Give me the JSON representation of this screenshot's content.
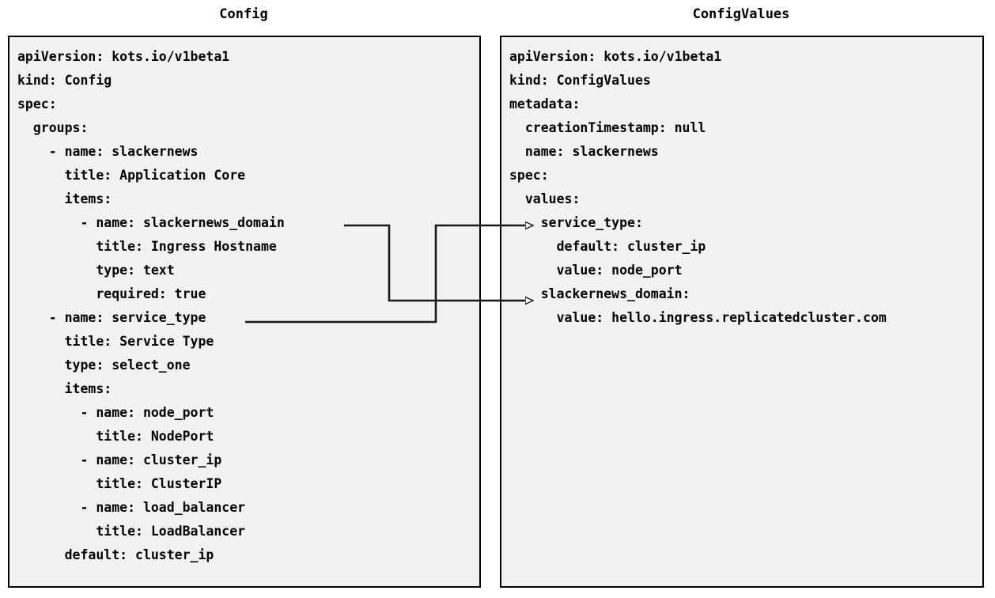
{
  "diagram": {
    "type": "yaml-mapping-diagram",
    "background_color": "#ffffff",
    "panel_fill_color": "#f2f2f2",
    "panel_border_color": "#000000",
    "text_color": "#000000",
    "connector_color": "#1a1a1a"
  },
  "panels": [
    {
      "id": "config",
      "title": "Config",
      "lines": [
        "apiVersion: kots.io/v1beta1",
        "kind: Config",
        "spec:",
        "  groups:",
        "    - name: slackernews",
        "      title: Application Core",
        "      items:",
        "        - name: slackernews_domain",
        "          title: Ingress Hostname",
        "          type: text",
        "          required: true",
        "    - name: service_type",
        "      title: Service Type",
        "      type: select_one",
        "      items:",
        "        - name: node_port",
        "          title: NodePort",
        "        - name: cluster_ip",
        "          title: ClusterIP",
        "        - name: load_balancer",
        "          title: LoadBalancer",
        "      default: cluster_ip"
      ]
    },
    {
      "id": "configvalues",
      "title": "ConfigValues",
      "lines": [
        "apiVersion: kots.io/v1beta1",
        "kind: ConfigValues",
        "metadata:",
        "  creationTimestamp: null",
        "  name: slackernews",
        "spec:",
        "  values:",
        "    service_type:",
        "      default: cluster_ip",
        "      value: node_port",
        "    slackernews_domain:",
        "      value: hello.ingress.replicatedcluster.com"
      ]
    }
  ],
  "connectors": [
    {
      "id": "slackernews-domain-mapping",
      "from_label": "- name: slackernews_domain",
      "to_label": "slackernews_domain:",
      "arrowhead": "hollow-triangle"
    },
    {
      "id": "service-type-mapping",
      "from_label": "- name: service_type",
      "to_label": "service_type:",
      "arrowhead": "hollow-triangle"
    }
  ]
}
